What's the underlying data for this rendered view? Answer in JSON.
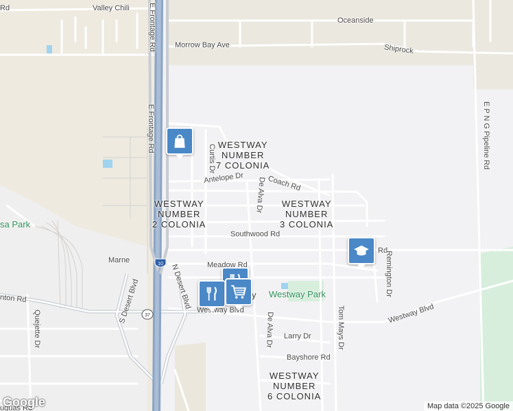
{
  "roads": {
    "valley_chili": "Valley Chili",
    "e_frontage_top": "E Frontage Rd",
    "e_frontage_mid": "E Frontage Rd",
    "oceanside": "Oceanside",
    "morrow_bay": "Morrow Bay Ave",
    "shiprock": "Shiprock",
    "epng": "E P N G Pipeline Rd",
    "curtis": "Curtis Dr",
    "antelope": "Antelope Dr",
    "coach": "Coach Rd",
    "de_alva_n": "De Alva Dr",
    "de_alva_s": "De Alva Dr",
    "southwood": "Southwood Rd",
    "rd_suffix": "Rd",
    "remington": "Remington Dr",
    "marne": "Marne",
    "meadow": "Meadow Rd",
    "westway_blvd_w": "Westway Blvd",
    "westway_blvd_e": "Westway Blvd",
    "s_desert": "S Desert Blvd",
    "n_desert": "N Desert Blvd",
    "anton": "nton Rd",
    "quejette": "Quejette Dr",
    "larry": "Larry Dr",
    "bayshore": "Bayshore Rd",
    "tom_mays": "Tom Mays Dr",
    "rd_topleft": "Rd",
    "uquas": "uquas Rd",
    "y_label": "y"
  },
  "areas": {
    "westway7": [
      "WESTWAY",
      "NUMBER",
      "7 COLONIA"
    ],
    "westway2": [
      "WESTWAY",
      "NUMBER",
      "2 COLONIA"
    ],
    "westway3": [
      "WESTWAY",
      "NUMBER",
      "3 COLONIA"
    ],
    "westway6": [
      "WESTWAY",
      "NUMBER",
      "6 COLONIA"
    ]
  },
  "parks": {
    "westway_park": "Westway Park",
    "sa_park": "sa Park"
  },
  "shields": {
    "i10": "10",
    "r37": "37"
  },
  "pins": [
    {
      "name": "shopping-pin",
      "icon": "shopping-bag-icon"
    },
    {
      "name": "school-pin",
      "icon": "graduation-cap-icon"
    },
    {
      "name": "restaurant-pin-1",
      "icon": "fork-knife-icon"
    },
    {
      "name": "restaurant-pin-2",
      "icon": "fork-knife-icon"
    },
    {
      "name": "grocery-pin",
      "icon": "shopping-cart-icon"
    }
  ],
  "branding": {
    "logo": "Google",
    "attribution": "Map data ©2025 Google"
  },
  "colors": {
    "background": "#f2f1f3",
    "desert": "#eeeae0",
    "park": "#d7eedd",
    "water": "#9fd3ef",
    "highway": "#8aa4c4",
    "road": "#ffffff",
    "pin": "#4a88c7"
  }
}
